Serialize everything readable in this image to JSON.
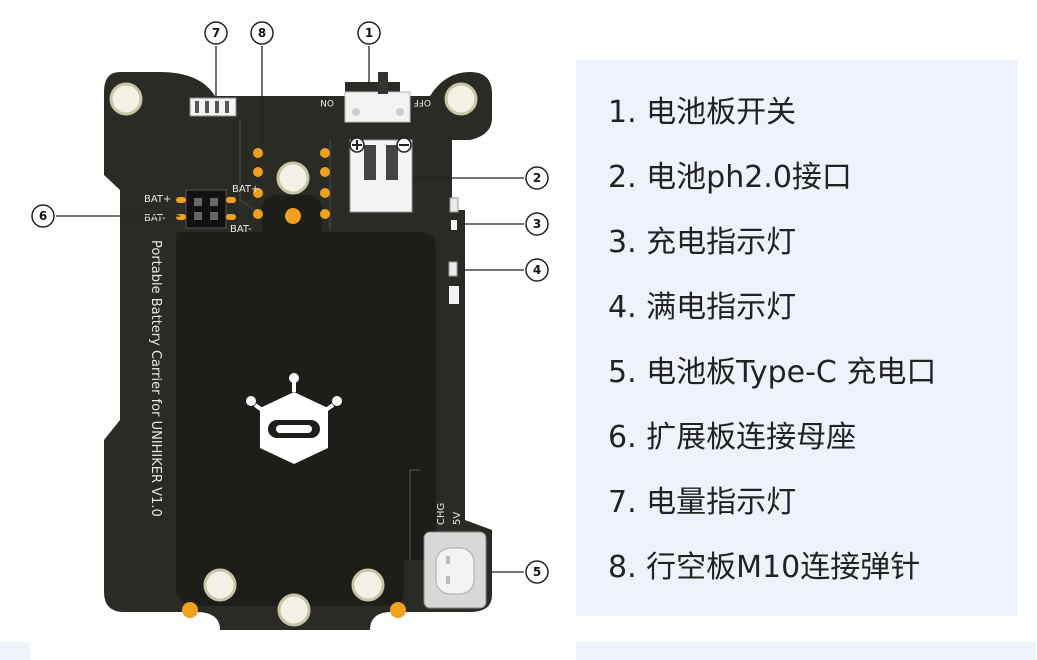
{
  "legend": {
    "items": [
      "1. 电池板开关",
      "2. 电池ph2.0接口",
      "3. 充电指示灯",
      "4. 满电指示灯",
      "5. 电池板Type-C 充电口",
      "6. 扩展板连接母座",
      "7. 电量指示灯",
      "8. 行空板M10连接弹针"
    ]
  },
  "board": {
    "switch_on": "ON",
    "switch_off": "OFF",
    "bat_plus_1": "BAT+",
    "bat_plus_2": "BAT+",
    "bat_minus_1": "BAT-",
    "bat_minus_2": "BAT-",
    "vertical_text": "Portable Battery Carrier for UNIHIKER V1.0",
    "chg": "CHG",
    "five_v": "5V"
  },
  "callouts": [
    "1",
    "2",
    "3",
    "4",
    "5",
    "6",
    "7",
    "8"
  ],
  "colors": {
    "pcb": "#2b2b26",
    "battery_area": "#1f1f1c",
    "gold": "#f0a020",
    "legend_bg": "#eef3fb"
  }
}
